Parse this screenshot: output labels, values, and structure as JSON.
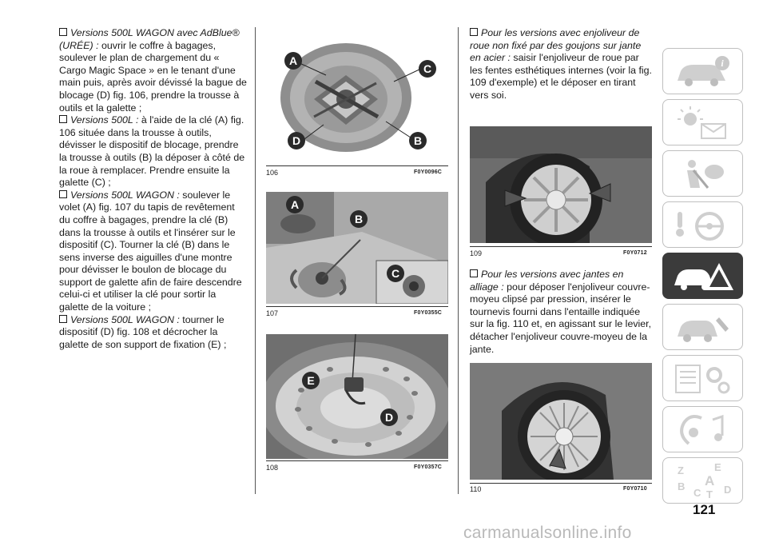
{
  "column_left": {
    "paragraphs": [
      {
        "lead": "Versions 500L WAGON avec AdBlue® (URÉE) :",
        "body": " ouvrir le coffre à bagages, soulever le plan de chargement du « Cargo Magic Space » en le tenant d'une main puis, après avoir dévissé la bague de blocage (D) fig. 106, prendre la trousse à outils et la galette ;"
      },
      {
        "lead": "Versions 500L :",
        "body": " à l'aide de la clé (A) fig. 106 située dans la trousse à outils, dévisser le dispositif de blocage, prendre la trousse à outils (B) la déposer à côté de la roue à remplacer. Prendre ensuite la galette (C) ;"
      },
      {
        "lead": "Versions 500L WAGON :",
        "body": " soulever le volet (A) fig. 107 du tapis de revêtement du coffre à bagages, prendre la clé (B) dans la trousse à outils et l'insérer sur le dispositif (C). Tourner la clé (B) dans le sens inverse des aiguilles d'une montre pour dévisser le boulon de blocage du support de galette afin de faire descendre celui-ci et utiliser la clé pour sortir la galette de la voiture ;"
      },
      {
        "lead": "Versions 500L WAGON :",
        "body": " tourner le dispositif (D) fig. 108 et décrocher la galette de son support de fixation (E) ;"
      }
    ]
  },
  "column_right": {
    "paragraphs": [
      {
        "lead": "Pour les versions avec enjoliveur de roue non fixé par des goujons sur jante en acier :",
        "body": " saisir l'enjoliveur de roue par les fentes esthétiques internes (voir la fig. 109 d'exemple) et le déposer en tirant vers soi."
      },
      {
        "lead": "Pour les versions avec jantes en alliage :",
        "body": " pour déposer l'enjoliveur couvre-moyeu clipsé par pression, insérer le tournevis fourni dans l'entaille indiquée sur la fig. 110 et, en agissant sur le levier, détacher l'enjoliveur couvre-moyeu de la jante."
      }
    ]
  },
  "figures": [
    {
      "number": "106",
      "code": "F0Y0096C",
      "callouts": [
        "A",
        "C",
        "D",
        "B"
      ]
    },
    {
      "number": "107",
      "code": "F0Y0355C",
      "callouts": [
        "A",
        "B",
        "C"
      ]
    },
    {
      "number": "108",
      "code": "F0Y0357C",
      "callouts": [
        "E",
        "D"
      ]
    },
    {
      "number": "109",
      "code": "F0Y0712"
    },
    {
      "number": "110",
      "code": "F0Y0710"
    }
  ],
  "sidebar": {
    "items": [
      {
        "icon": "car-info-icon"
      },
      {
        "icon": "warning-lights-icon"
      },
      {
        "icon": "safety-airbag-icon"
      },
      {
        "icon": "driving-controls-icon"
      },
      {
        "icon": "emergency-triangle-icon",
        "active": true
      },
      {
        "icon": "maintenance-car-icon"
      },
      {
        "icon": "technical-data-icon"
      },
      {
        "icon": "multimedia-icon"
      },
      {
        "icon": "index-alphabet-icon"
      }
    ],
    "index_letters": [
      "Z",
      "E",
      "B",
      "A",
      "C",
      "T",
      "D"
    ]
  },
  "page_number": "121",
  "watermark": "carmanualsonline.info",
  "colors": {
    "active_tab": "#3b3b3b",
    "tab_border": "#bfbfbf",
    "callout_fill": "#2a2a2a"
  }
}
